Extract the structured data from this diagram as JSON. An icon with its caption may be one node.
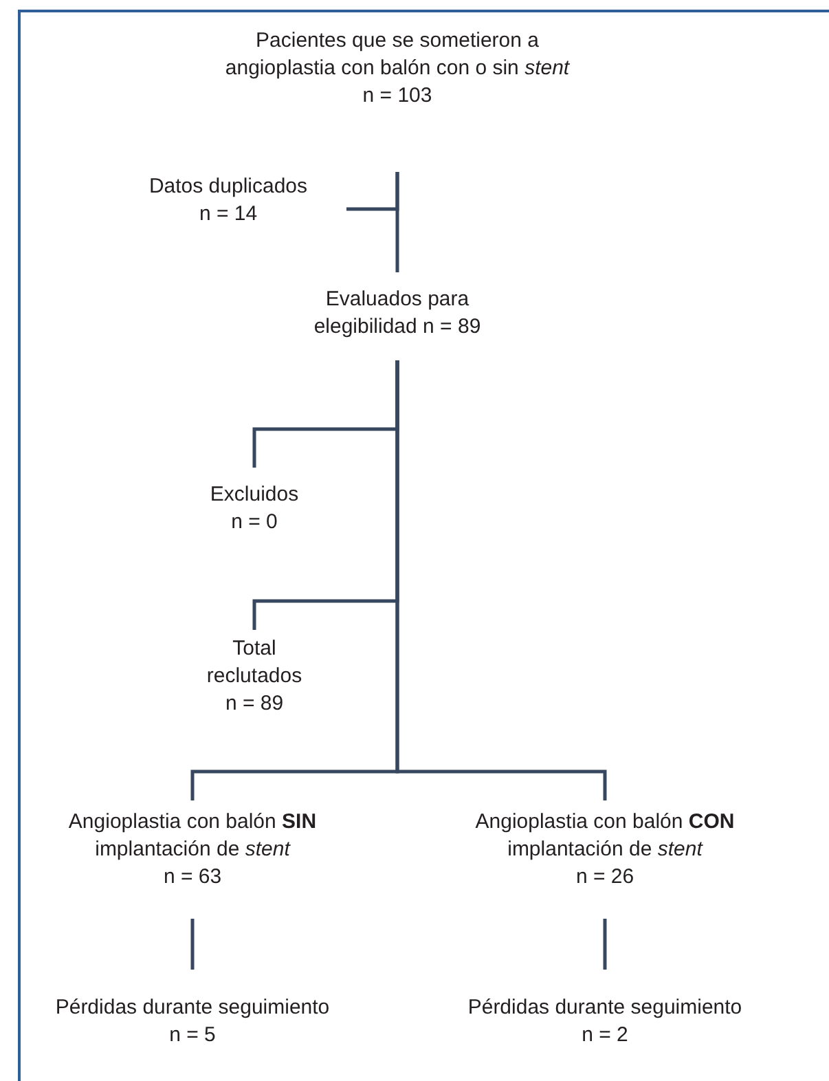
{
  "diagram": {
    "nodes": [
      {
        "text": [
          "Pacientes que se sometieron a angioplastia con balón con o sin *stent*",
          "n = 103"
        ]
      },
      {
        "text": [
          "Datos duplicados",
          "n = 14"
        ]
      },
      {
        "text": [
          "Evaluados para elegibilidad n = 89"
        ]
      },
      {
        "text": [
          "Excluidos",
          "n = 0"
        ]
      },
      {
        "text": [
          "Total reclutados",
          "n = 89"
        ]
      },
      {
        "text": [
          "Angioplastia con balón **SIN** implantación de *stent*",
          "n = 63"
        ]
      },
      {
        "text": [
          "Angioplastia con balón **CON** implantación de *stent*",
          "n = 26"
        ]
      },
      {
        "text": [
          "Pérdidas durante seguimiento",
          "n = 5"
        ]
      },
      {
        "text": [
          "Pérdidas durante seguimiento",
          "n = 2"
        ]
      }
    ],
    "edges": [
      {
        "from": 0,
        "to": 1,
        "arrow": "none"
      },
      {
        "from": 0,
        "to": 2,
        "arrow": "none"
      },
      {
        "from": 2,
        "to": 3,
        "arrow": "none"
      },
      {
        "from": 2,
        "to": 4,
        "arrow": "none"
      },
      {
        "from": 2,
        "to": 5,
        "arrow": "none"
      },
      {
        "from": 2,
        "to": 6,
        "arrow": "none"
      },
      {
        "from": 5,
        "to": 7,
        "arrow": "none"
      },
      {
        "from": 6,
        "to": 8,
        "arrow": "none"
      }
    ]
  }
}
